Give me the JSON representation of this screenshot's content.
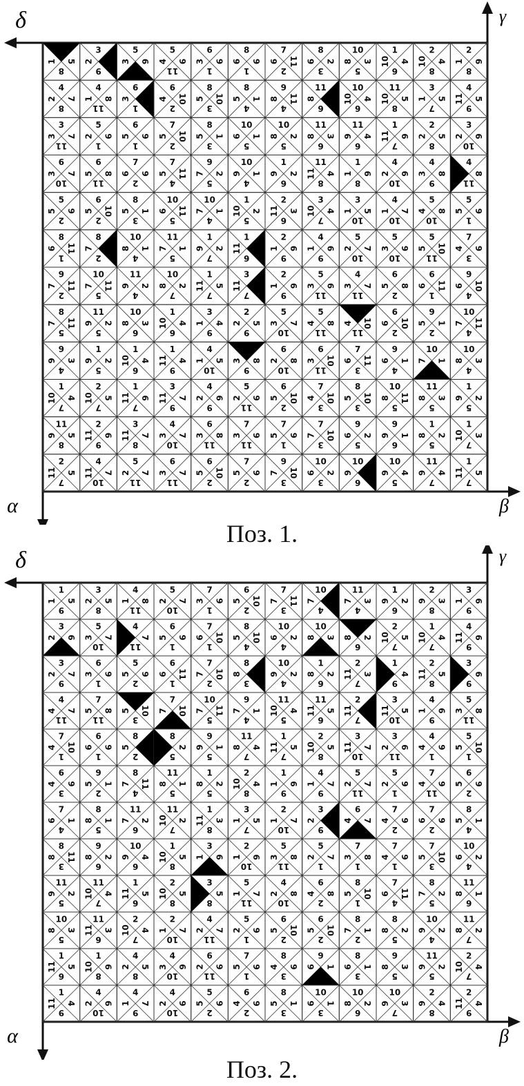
{
  "panels": [
    {
      "caption": "Поз. 1.",
      "axes": {
        "top_left": "δ",
        "top_right": "γ",
        "bottom_left": "α",
        "bottom_right": "β"
      },
      "grid": {
        "rows": 12,
        "cols": 12,
        "numbers_range": [
          1,
          11
        ]
      }
    },
    {
      "caption": "Поз. 2.",
      "axes": {
        "top_left": "δ",
        "top_right": "γ",
        "bottom_left": "α",
        "bottom_right": "β"
      },
      "grid": {
        "rows": 12,
        "cols": 12,
        "numbers_range": [
          1,
          11
        ]
      }
    }
  ],
  "colors": {
    "ink": "#111111",
    "grid_line": "#333333",
    "fill_triangle": "#000000",
    "background": "#ffffff"
  }
}
